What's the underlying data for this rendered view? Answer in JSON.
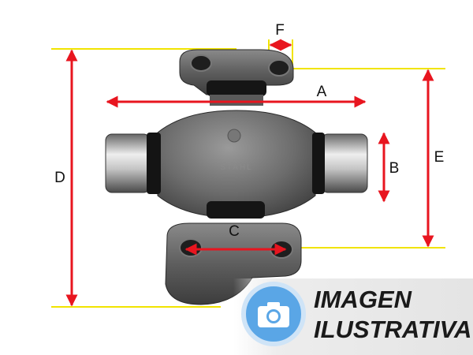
{
  "labels": {
    "a": "A",
    "b": "B",
    "c": "C",
    "d": "D",
    "e": "E",
    "f": "F"
  },
  "part_marking": "STAHL",
  "badge": {
    "line1": "IMAGEN",
    "line2": "ILUSTRATIVA",
    "icon": "camera-icon"
  },
  "colors": {
    "dimension_arrow": "#e8151f",
    "reference_line": "#f1e400",
    "badge_icon": "#5aa6e6"
  }
}
